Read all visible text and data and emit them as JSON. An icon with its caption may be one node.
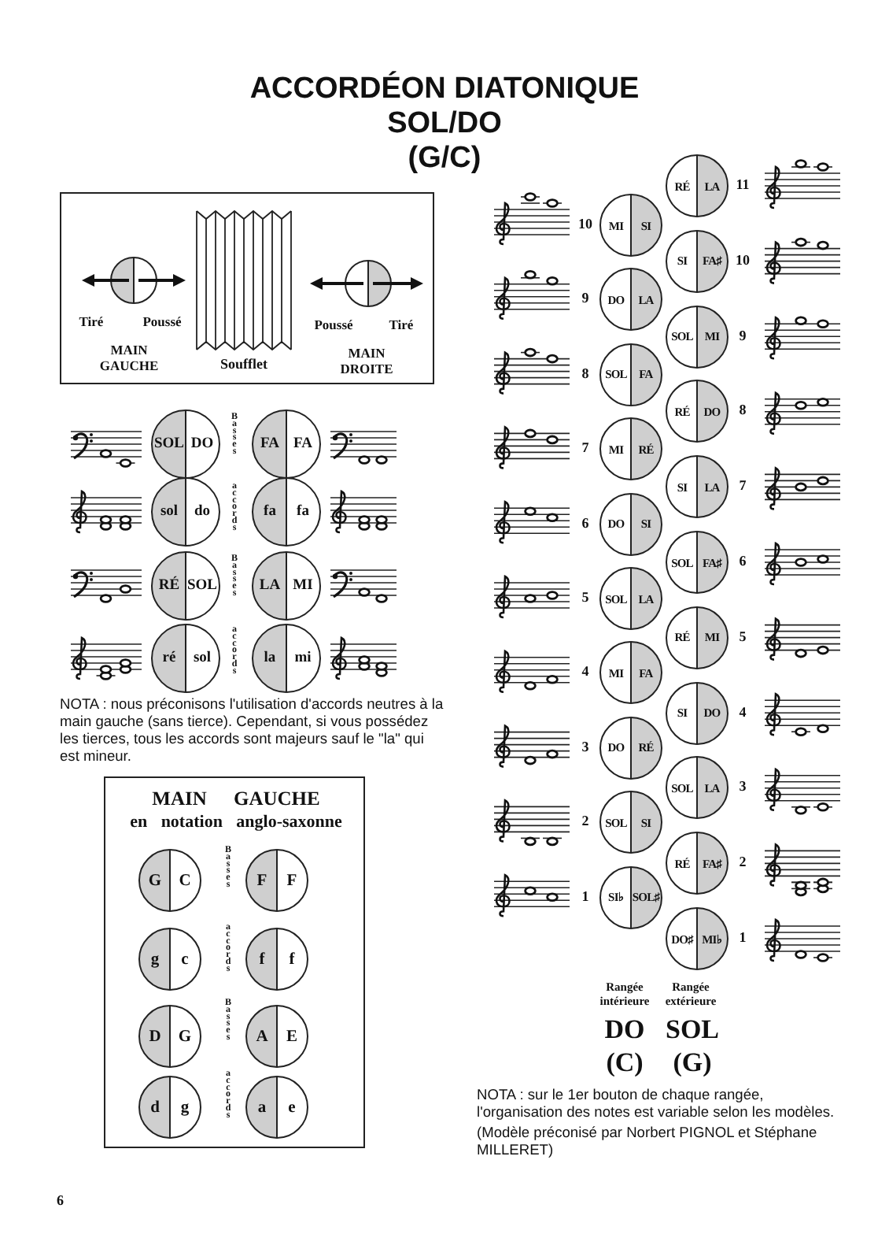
{
  "diagram": {
    "title": "ACCORDÉON DIATONIQUE",
    "nodes": [
      {
        "text": [],
        "shape": "box"
      },
      {
        "text": [],
        "shape": "circle",
        "in": 0,
        "beside": [
          "Tiré",
          "Poussé",
          "MAIN GAUCHE"
        ]
      },
      {
        "text": [],
        "shape": "picture",
        "in": 0,
        "beside": [
          "Soufflet"
        ]
      },
      {
        "text": [],
        "shape": "circle",
        "in": 0,
        "beside": [
          "Poussé",
          "Tiré",
          "MAIN DROITE"
        ]
      },
      {
        "text": [
          "SOL",
          "DO"
        ]
      },
      {
        "text": [
          "FA",
          "FA"
        ]
      },
      {
        "text": [
          "sol",
          "do"
        ]
      },
      {
        "text": [
          "fa",
          "fa"
        ]
      },
      {
        "text": [
          "RÉ",
          "SOL"
        ]
      },
      {
        "text": [
          "LA",
          "MI"
        ]
      },
      {
        "text": [
          "ré",
          "sol"
        ]
      },
      {
        "text": [
          "la",
          "mi"
        ]
      },
      {
        "text": [
          "MAIN GAUCHE",
          "en notation anglo-saxonne"
        ]
      },
      {
        "text": [
          "G",
          "C"
        ],
        "in": 12
      },
      {
        "text": [
          "F",
          "F"
        ],
        "in": 12
      },
      {
        "text": [
          "g",
          "c"
        ],
        "in": 12
      },
      {
        "text": [
          "f",
          "f"
        ],
        "in": 12
      },
      {
        "text": [
          "D",
          "G"
        ],
        "in": 12
      },
      {
        "text": [
          "A",
          "E"
        ],
        "in": 12
      },
      {
        "text": [
          "d",
          "g"
        ],
        "in": 12
      },
      {
        "text": [
          "a",
          "e"
        ],
        "in": 12
      },
      {
        "text": [
          "RÉ",
          "LA"
        ],
        "beside": [
          "11"
        ]
      },
      {
        "text": [
          "MI",
          "SI"
        ],
        "beside": [
          "10"
        ]
      },
      {
        "text": [
          "SI",
          "FA♯"
        ],
        "beside": [
          "10"
        ]
      },
      {
        "text": [
          "DO",
          "LA"
        ],
        "beside": [
          "9"
        ]
      },
      {
        "text": [
          "SOL",
          "MI"
        ],
        "beside": [
          "9"
        ]
      },
      {
        "text": [
          "SOL",
          "FA"
        ],
        "beside": [
          "8"
        ]
      },
      {
        "text": [
          "RÉ",
          "DO"
        ],
        "beside": [
          "8"
        ]
      },
      {
        "text": [
          "MI",
          "RÉ"
        ],
        "beside": [
          "7"
        ]
      },
      {
        "text": [
          "SI",
          "LA"
        ],
        "beside": [
          "7"
        ]
      },
      {
        "text": [
          "DO",
          "SI"
        ],
        "beside": [
          "6"
        ]
      },
      {
        "text": [
          "SOL",
          "FA♯"
        ],
        "beside": [
          "6"
        ]
      },
      {
        "text": [
          "SOL",
          "LA"
        ],
        "beside": [
          "5"
        ]
      },
      {
        "text": [
          "RÉ",
          "MI"
        ],
        "beside": [
          "5"
        ]
      },
      {
        "text": [
          "MI",
          "FA"
        ],
        "beside": [
          "4"
        ]
      },
      {
        "text": [
          "SI",
          "DO"
        ],
        "beside": [
          "4"
        ]
      },
      {
        "text": [
          "DO",
          "RÉ"
        ],
        "beside": [
          "3"
        ]
      },
      {
        "text": [
          "SOL",
          "LA"
        ],
        "beside": [
          "3"
        ]
      },
      {
        "text": [
          "SOL",
          "SI"
        ],
        "beside": [
          "2"
        ]
      },
      {
        "text": [
          "RÉ",
          "FA♯"
        ],
        "beside": [
          "2"
        ]
      },
      {
        "text": [
          "SI♭",
          "SOL♯"
        ],
        "beside": [
          "1"
        ]
      },
      {
        "text": [
          "DO♯",
          "MI♭"
        ],
        "beside": [
          "1"
        ]
      }
    ],
    "labels": [
      "SOL/DO",
      "(G/C)",
      "Basses",
      "accords",
      "Basses",
      "accords",
      "NOTA : nous préconisons l'utilisation d'accords neutres à la main gauche (sans tierce). Cependant, si vous possédez les tierces, tous les accords sont majeurs sauf le \"la\" qui est mineur.",
      "Basses",
      "accords",
      "Basses",
      "accords",
      "Rangée intérieure",
      "Rangée extérieure",
      "DO",
      "SOL",
      "(C)",
      "(G)",
      "NOTA : sur le 1er bouton de chaque rangée, l'organisation des notes est variable selon les modèles.",
      "(Modèle préconisé par Norbert PIGNOL et Stéphane MILLERET)",
      "6"
    ]
  }
}
